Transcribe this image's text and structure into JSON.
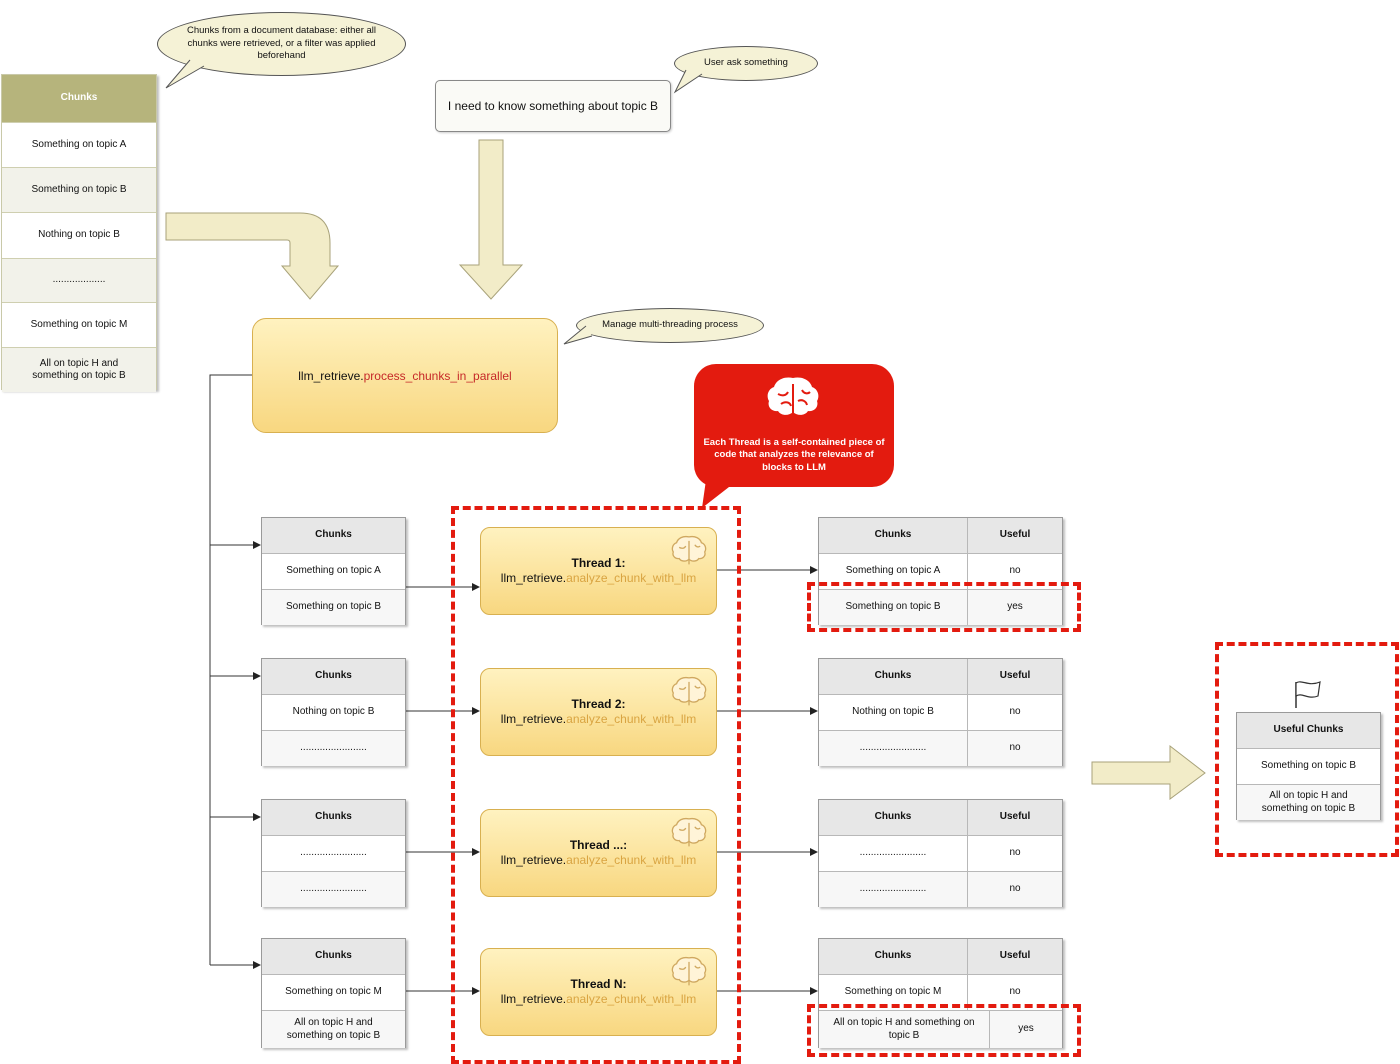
{
  "bubbles": {
    "source_note": "Chunks from a document database: either all chunks were retrieved, or a filter was applied beforehand",
    "user_note": "User ask something",
    "manage_note": "Manage multi-threading process"
  },
  "source_table": {
    "header": "Chunks",
    "rows": [
      "Something on topic A",
      "Something on topic B",
      "Nothing on topic B",
      "...................",
      "Something on topic M",
      "All on topic H and something on topic B"
    ]
  },
  "query": "I need to know something about topic B",
  "process": {
    "object": "llm_retrieve",
    "dot": ".",
    "method": "process_chunks_in_parallel"
  },
  "callout": {
    "text": "Each Thread is a self-contained piece of code that analyzes the relevance of blocks to LLM",
    "icon": "brain-icon"
  },
  "batches": [
    {
      "header": "Chunks",
      "chunks": [
        "Something on topic A",
        "Something on topic B"
      ],
      "thread": {
        "title": "Thread 1:",
        "object": "llm_retrieve",
        "method": "analyze_chunk_with_llm"
      },
      "result": {
        "header_chunk": "Chunks",
        "header_useful": "Useful",
        "rows": [
          {
            "chunk": "Something on topic A",
            "useful": "no"
          },
          {
            "chunk": "Something on topic B",
            "useful": "yes"
          }
        ]
      }
    },
    {
      "header": "Chunks",
      "chunks": [
        "Nothing on topic B",
        "........................"
      ],
      "thread": {
        "title": "Thread 2:",
        "object": "llm_retrieve",
        "method": "analyze_chunk_with_llm"
      },
      "result": {
        "header_chunk": "Chunks",
        "header_useful": "Useful",
        "rows": [
          {
            "chunk": "Nothing on topic B",
            "useful": "no"
          },
          {
            "chunk": "........................",
            "useful": "no"
          }
        ]
      }
    },
    {
      "header": "Chunks",
      "chunks": [
        "........................",
        "........................"
      ],
      "thread": {
        "title": "Thread ...:",
        "object": "llm_retrieve",
        "method": "analyze_chunk_with_llm"
      },
      "result": {
        "header_chunk": "Chunks",
        "header_useful": "Useful",
        "rows": [
          {
            "chunk": "........................",
            "useful": "no"
          },
          {
            "chunk": "........................",
            "useful": "no"
          }
        ]
      }
    },
    {
      "header": "Chunks",
      "chunks": [
        "Something on topic M",
        "All on topic H and something on topic B"
      ],
      "thread": {
        "title": "Thread N:",
        "object": "llm_retrieve",
        "method": "analyze_chunk_with_llm"
      },
      "result": {
        "header_chunk": "Chunks",
        "header_useful": "Useful",
        "rows": [
          {
            "chunk": "Something on topic M",
            "useful": "no"
          },
          {
            "chunk": "All on topic H and something on topic B",
            "useful": "yes"
          }
        ]
      }
    }
  ],
  "final": {
    "header": "Useful Chunks",
    "rows": [
      "Something on topic B",
      "All on topic H and something on topic B"
    ],
    "icon": "flag-icon"
  },
  "colors": {
    "accent_red": "#e31b0f",
    "thread_fill": "#f8d780",
    "source_header": "#b6b47c",
    "big_arrow_fill": "#f2ecc8"
  }
}
